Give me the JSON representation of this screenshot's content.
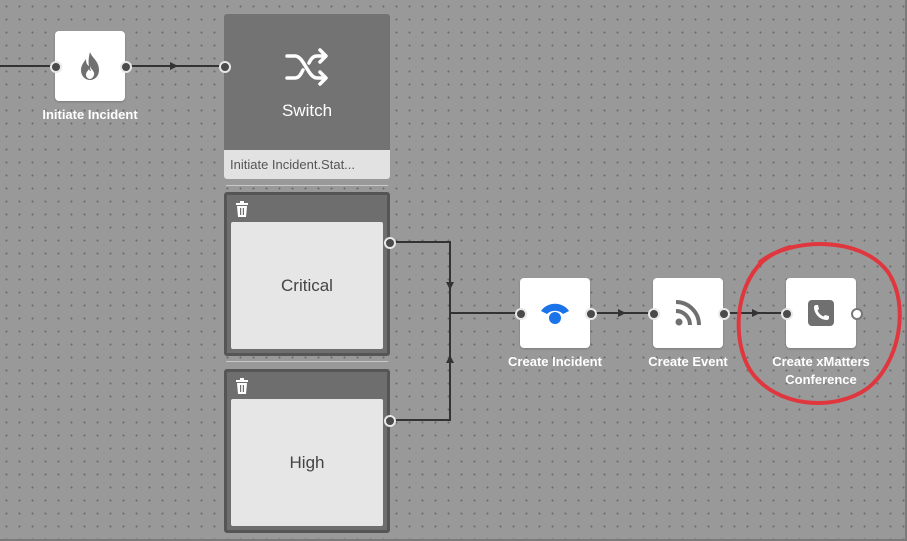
{
  "flow": {
    "initiate": {
      "label": "Initiate Incident",
      "icon": "flame-icon"
    },
    "switch": {
      "title": "Switch",
      "condition": "Initiate Incident.Stat...",
      "icon": "shuffle-icon"
    },
    "cases": [
      {
        "label": "Critical"
      },
      {
        "label": "High"
      }
    ],
    "create_incident": {
      "label": "Create Incident",
      "icon": "create-incident-icon",
      "accent": "#1a73e8"
    },
    "create_event": {
      "label": "Create Event",
      "icon": "rss-icon"
    },
    "create_conference": {
      "label": "Create xMatters Conference",
      "label_line1": "Create xMatters",
      "label_line2": "Conference",
      "icon": "phone-icon"
    }
  },
  "colors": {
    "canvas": "#999999",
    "annotation": "#e0373f",
    "node_icon": "#707070"
  }
}
